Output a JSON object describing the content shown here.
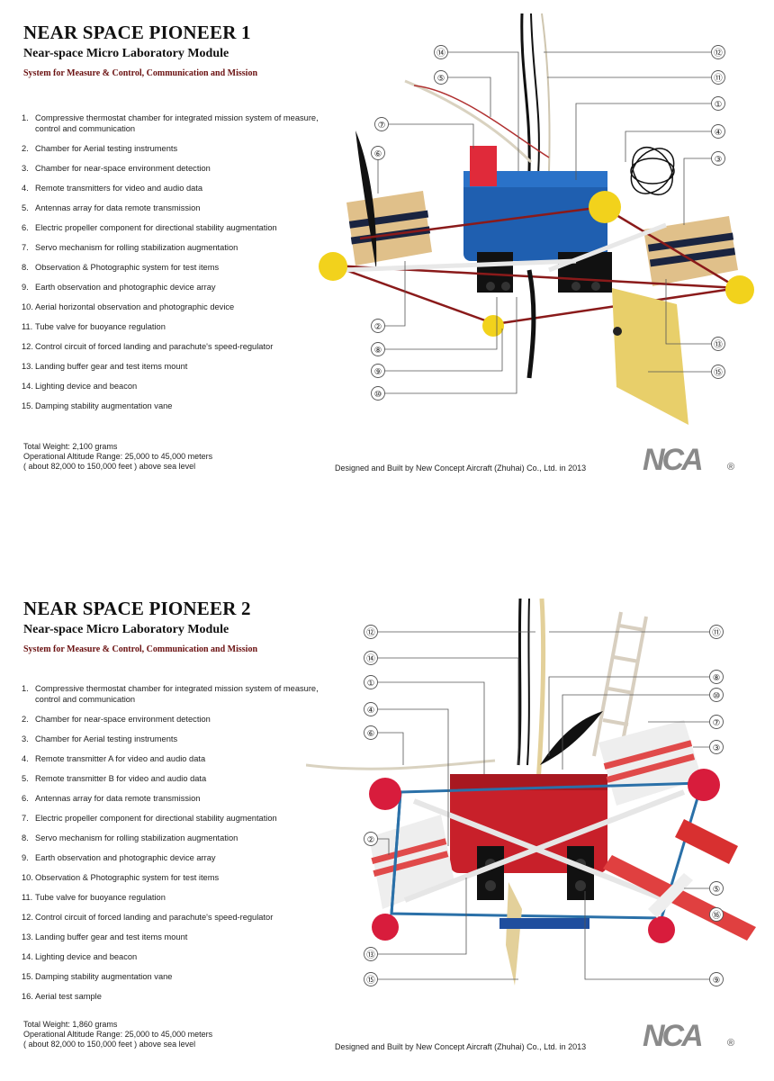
{
  "panels": [
    {
      "title": "NEAR SPACE PIONEER 1",
      "subtitle": "Near-space Micro Laboratory Module",
      "system": "System for Measure & Control, Communication and Mission",
      "items": [
        {
          "num": "1.",
          "text": "Compressive thermostat chamber for integrated mission system of measure, control and communication"
        },
        {
          "num": "2.",
          "text": "Chamber for Aerial testing instruments"
        },
        {
          "num": "3.",
          "text": "Chamber for near-space environment detection"
        },
        {
          "num": "4.",
          "text": "Remote transmitters for video and audio data"
        },
        {
          "num": "5.",
          "text": "Antennas array for data remote transmission"
        },
        {
          "num": "6.",
          "text": "Electric propeller component for directional stability augmentation"
        },
        {
          "num": "7.",
          "text": "Servo mechanism for rolling stabilization augmentation"
        },
        {
          "num": "8.",
          "text": "Observation & Photographic system for test items"
        },
        {
          "num": "9.",
          "text": "Earth observation and photographic device array"
        },
        {
          "num": "10.",
          "text": "Aerial horizontal observation and photographic device"
        },
        {
          "num": "11.",
          "text": "Tube valve for buoyance regulation"
        },
        {
          "num": "12.",
          "text": "Control circuit of forced landing and parachute's speed-regulator"
        },
        {
          "num": "13.",
          "text": "Landing buffer gear and test items mount"
        },
        {
          "num": "14.",
          "text": "Lighting device and beacon"
        },
        {
          "num": "15.",
          "text": "Damping stability augmentation vane"
        }
      ],
      "weight": "Total Weight: 2,100 grams",
      "altitude": "Operational Altitude Range: 25,000 to 45,000 meters",
      "altitude_ft": "( about 82,000 to 150,000 feet ) above sea level",
      "credit": "Designed and Built by New Concept Aircraft (Zhuhai) Co., Ltd. in 2013",
      "logo": "NCA",
      "logo_mark": "®",
      "callouts": [
        "⑭",
        "⑤",
        "⑦",
        "⑥",
        "②",
        "⑧",
        "⑨",
        "⑩",
        "⑫",
        "⑪",
        "①",
        "④",
        "③",
        "⑬",
        "⑮"
      ]
    },
    {
      "title": "NEAR SPACE PIONEER 2",
      "subtitle": "Near-space Micro Laboratory Module",
      "system": "System for Measure & Control, Communication and Mission",
      "items": [
        {
          "num": "1.",
          "text": "Compressive thermostat chamber for integrated mission system of measure, control and communication"
        },
        {
          "num": "2.",
          "text": "Chamber for near-space environment detection"
        },
        {
          "num": "3.",
          "text": "Chamber for Aerial testing instruments"
        },
        {
          "num": "4.",
          "text": "Remote transmitter A for video and audio data"
        },
        {
          "num": "5.",
          "text": "Remote transmitter B for video and audio data"
        },
        {
          "num": "6.",
          "text": "Antennas array for data remote transmission"
        },
        {
          "num": "7.",
          "text": "Electric propeller component for directional stability augmentation"
        },
        {
          "num": "8.",
          "text": "Servo mechanism for rolling stabilization augmentation"
        },
        {
          "num": "9.",
          "text": "Earth observation and photographic device array"
        },
        {
          "num": "10.",
          "text": "Observation & Photographic system for test items"
        },
        {
          "num": "11.",
          "text": "Tube valve for  buoyance regulation"
        },
        {
          "num": "12.",
          "text": "Control circuit of forced landing and parachute's speed-regulator"
        },
        {
          "num": "13.",
          "text": "Landing buffer gear and test items mount"
        },
        {
          "num": "14.",
          "text": "Lighting device and beacon"
        },
        {
          "num": "15.",
          "text": "Damping stability augmentation vane"
        },
        {
          "num": "16.",
          "text": "Aerial test sample"
        }
      ],
      "weight": "Total Weight: 1,860 grams",
      "altitude": "Operational Altitude Range: 25,000 to 45,000 meters",
      "altitude_ft": "( about 82,000 to 150,000 feet ) above sea level",
      "credit": "Designed and Built by New Concept Aircraft (Zhuhai) Co., Ltd. in 2013",
      "logo": "NCA",
      "logo_mark": "®",
      "callouts": [
        "⑫",
        "⑭",
        "①",
        "④",
        "⑥",
        "②",
        "⑬",
        "⑮",
        "⑪",
        "⑧",
        "⑩",
        "⑦",
        "③",
        "⑤",
        "⑯",
        "⑨"
      ]
    }
  ],
  "colors": {
    "system_text": "#6a1010",
    "logo_gray": "#8a8a8a",
    "module_blue": "#1f5fb0",
    "module_red": "#c8202a",
    "ball_yellow": "#f2d21c",
    "ball_red": "#d81c3c",
    "wood": "#e0c08a",
    "vane": "#e8cf6a"
  }
}
